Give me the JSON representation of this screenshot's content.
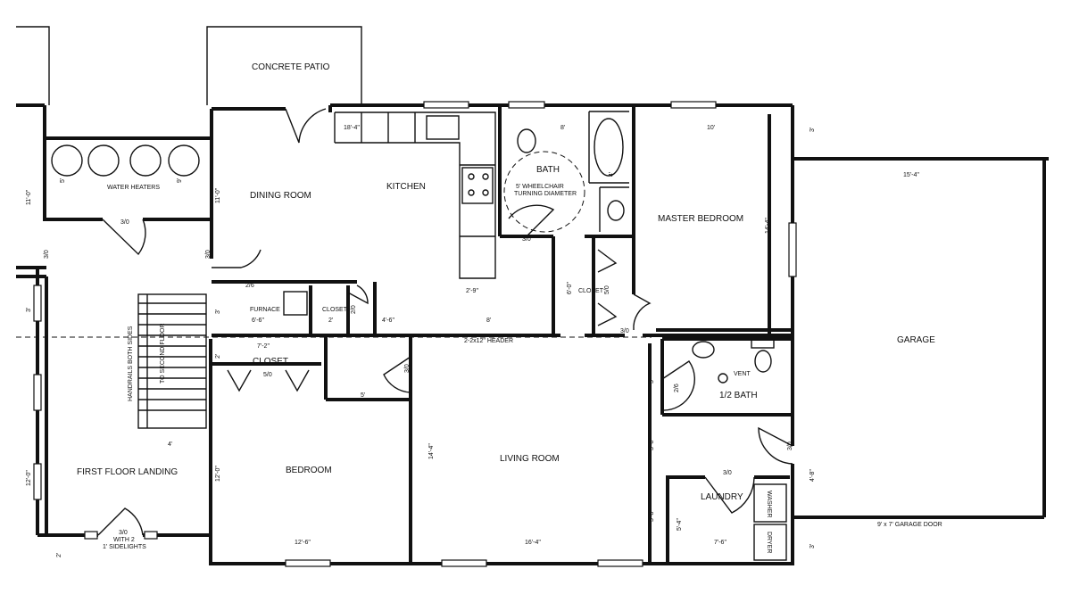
{
  "rooms": {
    "concrete_patio": "CONCRETE PATIO",
    "water_heaters": "WATER HEATERS",
    "dining_room": "DINING ROOM",
    "kitchen": "KITCHEN",
    "bath": "BATH",
    "wheelchair": "5' WHEELCHAIR",
    "turning": "TURNING DIAMETER",
    "master_bedroom": "MASTER BEDROOM",
    "furnace": "FURNACE",
    "closet_small": "CLOSET",
    "closet_master": "CLOSET",
    "closet_hall": "CLOSET",
    "bedroom": "BEDROOM",
    "living_room": "LIVING ROOM",
    "first_floor_landing": "FIRST FLOOR LANDING",
    "half_bath": "1/2 BATH",
    "vent": "VENT",
    "laundry": "LAUNDRY",
    "washer": "WASHER",
    "dryer": "DRYER",
    "garage": "GARAGE",
    "garage_door": "9' x 7' GARAGE DOOR",
    "header": "2-2x12\" HEADER",
    "stairs_handrails": "HANDRAILS BOTH SIDES",
    "stairs_to": "TO SECOND FLOOR",
    "front_door": "3/0",
    "front_door_2": "WITH 2",
    "front_door_3": "1' SIDELIGHTS"
  },
  "dims": {
    "kitchen_top": "18'-4\"",
    "bath_top": "8'",
    "master_top": "10'",
    "garage_top": "15'-4\"",
    "kitchen_bottom": "2'-9\"",
    "furnace_w": "6'-6\"",
    "closet_w": "2'",
    "hall_45": "4'-6\"",
    "hall_8": "8'",
    "closet_72": "7'-2\"",
    "bedroom_5": "5'",
    "bedroom_bottom": "12'-6\"",
    "living_bottom": "16'-4\"",
    "laundry_bottom": "7'-6\"",
    "landing_4": "4'",
    "left_11": "11'-0\"",
    "left_12": "12'-0\"",
    "left_3": "3'",
    "left_2": "2'",
    "wh_5": "5'",
    "wh_9": "9'",
    "dining_11": "11'-0\"",
    "dining_3": "3'",
    "bedroom_12": "12'-0\"",
    "closet_2": "2'",
    "master_14": "14'-4\"",
    "living_14": "14'-4\"",
    "closet_6": "6'-0\"",
    "living_5": "5'",
    "living_38": "3'-8\"",
    "living_58": "5'-8\"",
    "laundry_54": "5'-4\"",
    "garage_3a": "3'",
    "garage_48": "4'-8\"",
    "garage_3b": "3'",
    "bath_4": "4'"
  },
  "doors": {
    "wh": "3/0",
    "left_30": "3/0",
    "dining_30": "3/0",
    "furnace_26": "2/6",
    "closet_20": "2/0",
    "bath_30": "3/0",
    "closet_50": "5/0",
    "master_30": "3/0",
    "hall_closet_50": "5/0",
    "bedroom_30": "3/0",
    "half_bath_26": "2/6",
    "laundry_30": "3/0",
    "garage_30": "3/0"
  }
}
